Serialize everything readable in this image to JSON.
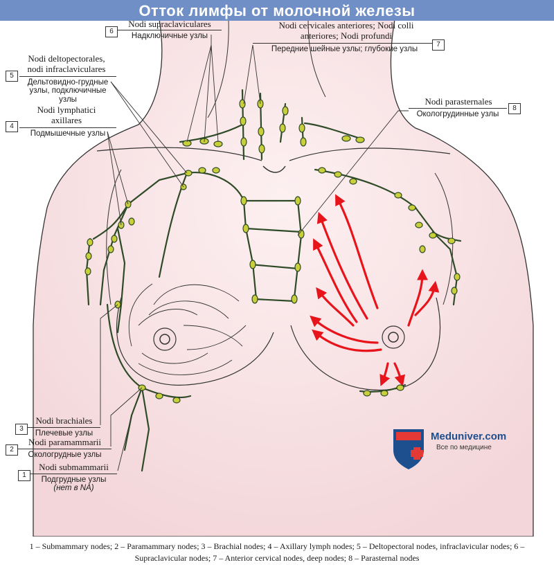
{
  "title": "Отток лимфы от молочной железы",
  "labels": [
    {
      "id": "6",
      "lat": "Nodi supraclaviculares",
      "ru": "Надключичные узлы"
    },
    {
      "id": "7",
      "lat": "Nodi cervicales anteriores; Nodi colli anteriores; Nodi profundi",
      "ru": "Передние шейные узлы; глубокие узлы"
    },
    {
      "id": "5",
      "lat": "Nodi deltopectorales, nodi infraclaviculares",
      "ru": "Дельтовидно-грудные узлы, подключичные узлы"
    },
    {
      "id": "4",
      "lat": "Nodi lymphatici axillares",
      "ru": "Подмышечные узлы"
    },
    {
      "id": "8",
      "lat": "Nodi parasternales",
      "ru": "Окологрудинные узлы"
    },
    {
      "id": "3",
      "lat": "Nodi brachiales",
      "ru": "Плечевые узлы"
    },
    {
      "id": "2",
      "lat": "Nodi paramammarii",
      "ru": "Окологрудные узлы"
    },
    {
      "id": "1",
      "lat": "Nodi submammarii",
      "ru": "Подгрудные узлы",
      "note": "(нет в NA)"
    }
  ],
  "lat_lines": {
    "l7a": "Nodi cervicales anteriores; Nodi colli",
    "l7b": "anteriores; Nodi profundi",
    "l5a": "Nodi deltopectorales,",
    "l5b": "nodi infraclaviculares",
    "l5ra": "Дельтовидно-грудные",
    "l5rb": "узлы, подключичные",
    "l5rc": "узлы",
    "l4a": "Nodi lymphatici",
    "l4b": "axillares"
  },
  "caption": "1 – Submammary nodes; 2 – Paramammary nodes; 3 – Brachial nodes; 4 – Axillary lymph nodes; 5 – Deltopectoral nodes, infraclavicular nodes; 6 – Supraclavicular nodes; 7 – Anterior cervical nodes, deep nodes; 8 – Parasternal nodes",
  "logo": {
    "name": "Meduniver.com",
    "subtitle": "Все по медицине"
  },
  "colors": {
    "title_bar": "#6f8fc6",
    "skin": "#f7e1e3",
    "node": "#c9cf3a",
    "vessel": "#2e4a26",
    "arrow": "#e8141b",
    "outline": "#333333"
  }
}
